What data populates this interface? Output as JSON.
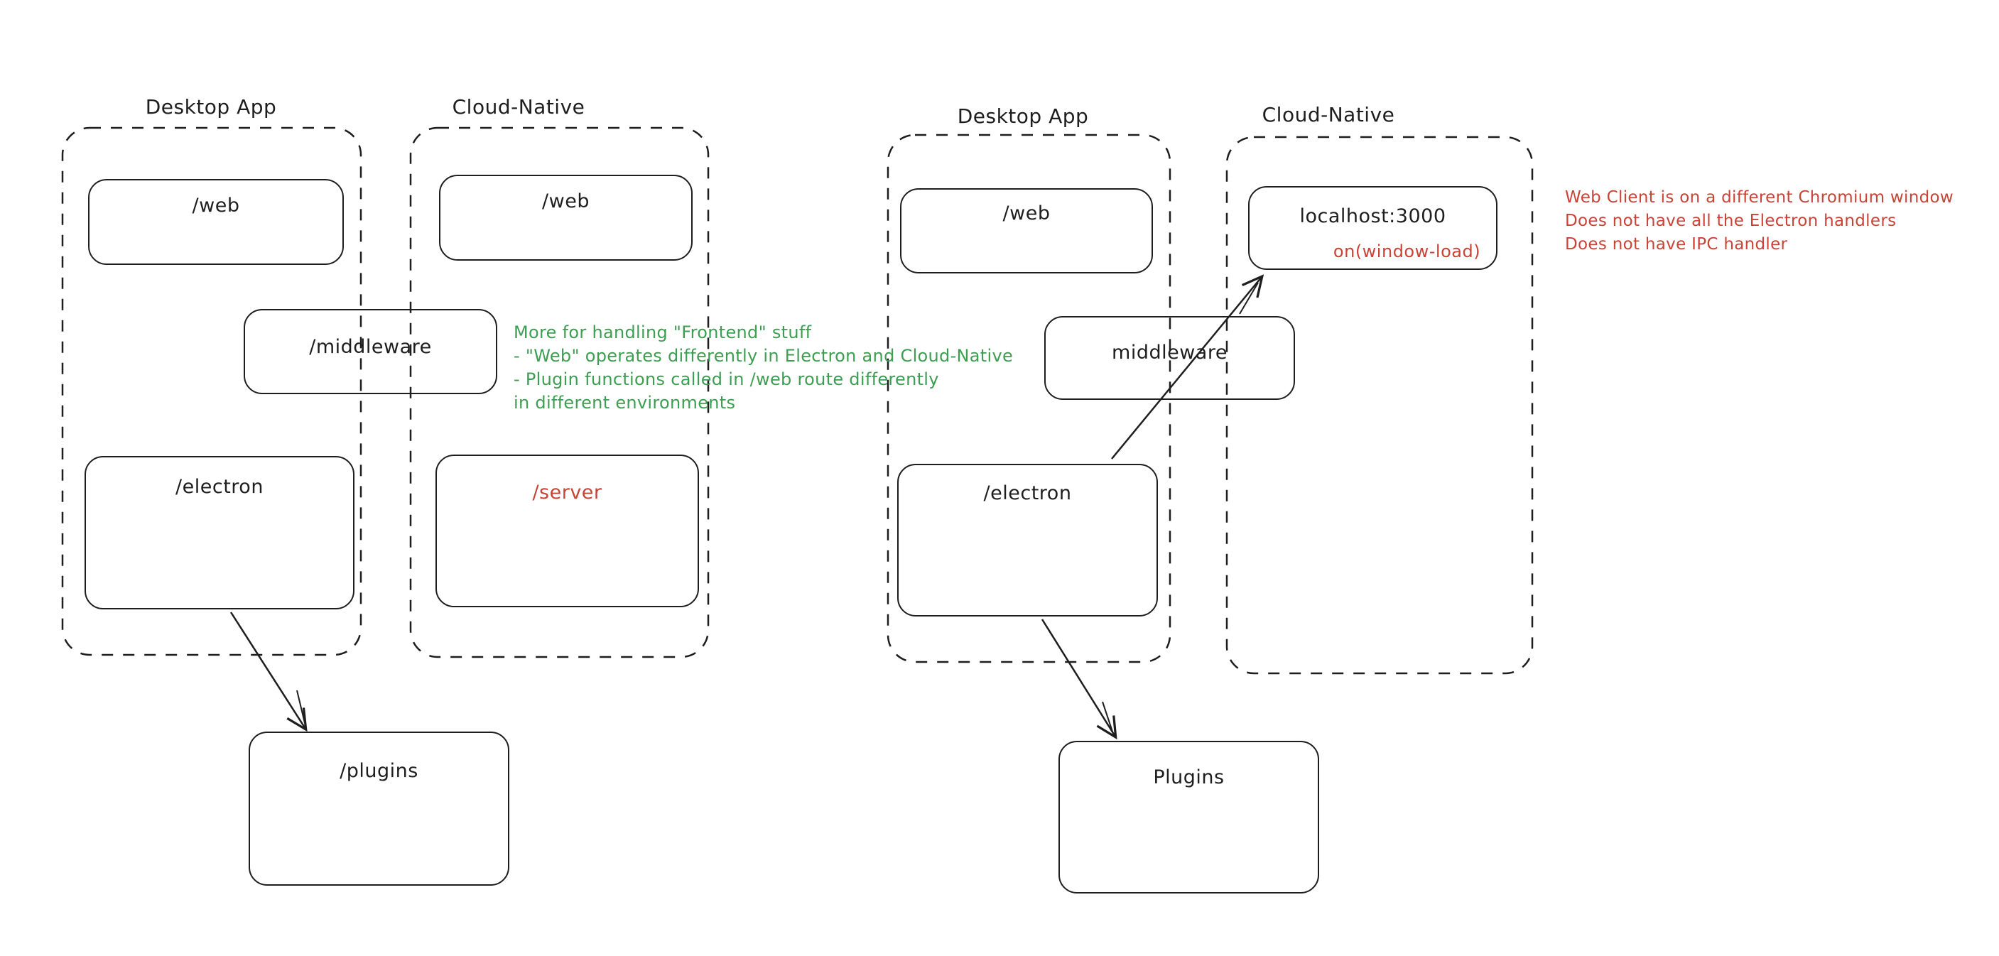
{
  "palette": {
    "background": "#ffffff",
    "stroke": "#1e1e1e",
    "green": "#3d9e52",
    "red": "#c94337"
  },
  "left": {
    "desktop": {
      "title": "Desktop App",
      "web": "/web",
      "middleware": "/middleware",
      "electron": "/electron"
    },
    "cloud": {
      "title": "Cloud-Native",
      "web": "/web",
      "server": "/server"
    },
    "plugins": "/plugins",
    "green_note": {
      "lines": [
        "More for handling \"Frontend\" stuff",
        "- \"Web\" operates differently in Electron and Cloud-Native",
        "- Plugin functions called in /web route differently",
        "in different environments"
      ]
    }
  },
  "right": {
    "desktop": {
      "title": "Desktop App",
      "web": "/web",
      "middleware": "middleware",
      "electron": "/electron"
    },
    "cloud": {
      "title": "Cloud-Native",
      "localhost": "localhost:3000",
      "window_load": "on(window-load)"
    },
    "plugins": "Plugins",
    "red_note": {
      "lines": [
        "Web Client is on a different Chromium window",
        "Does not have all the Electron handlers",
        "Does not have IPC handler"
      ]
    }
  }
}
